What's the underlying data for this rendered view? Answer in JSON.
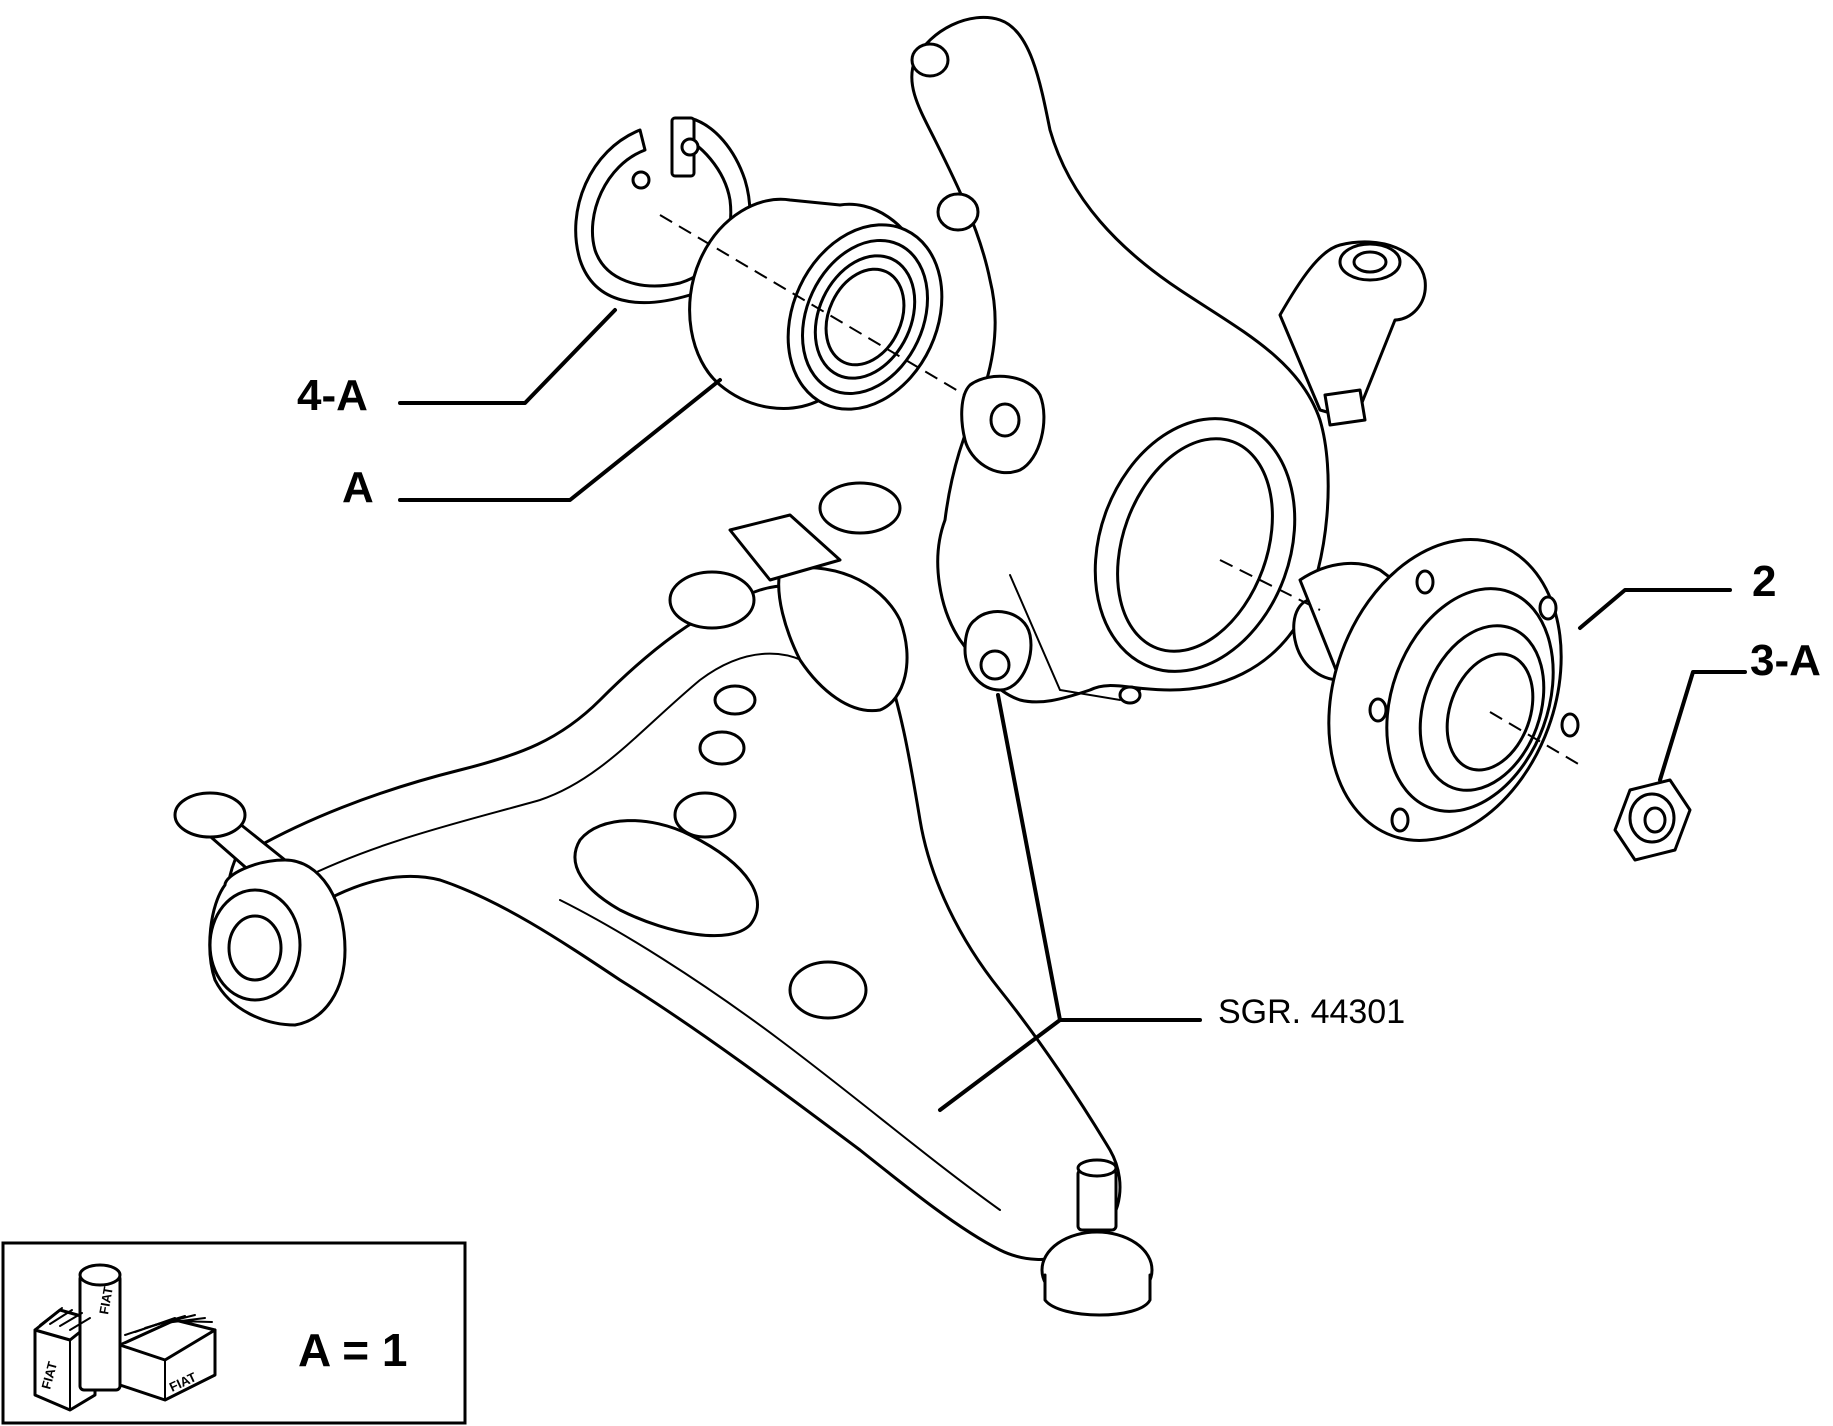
{
  "callouts": {
    "circlip": "4-A",
    "bearing": "A",
    "hub": "2",
    "nut": "3-A",
    "reference": "SGR. 44301"
  },
  "legend": {
    "equation": "A = 1",
    "logo_text": "FIAT"
  },
  "colors": {
    "line": "#000000",
    "background": "#ffffff"
  }
}
